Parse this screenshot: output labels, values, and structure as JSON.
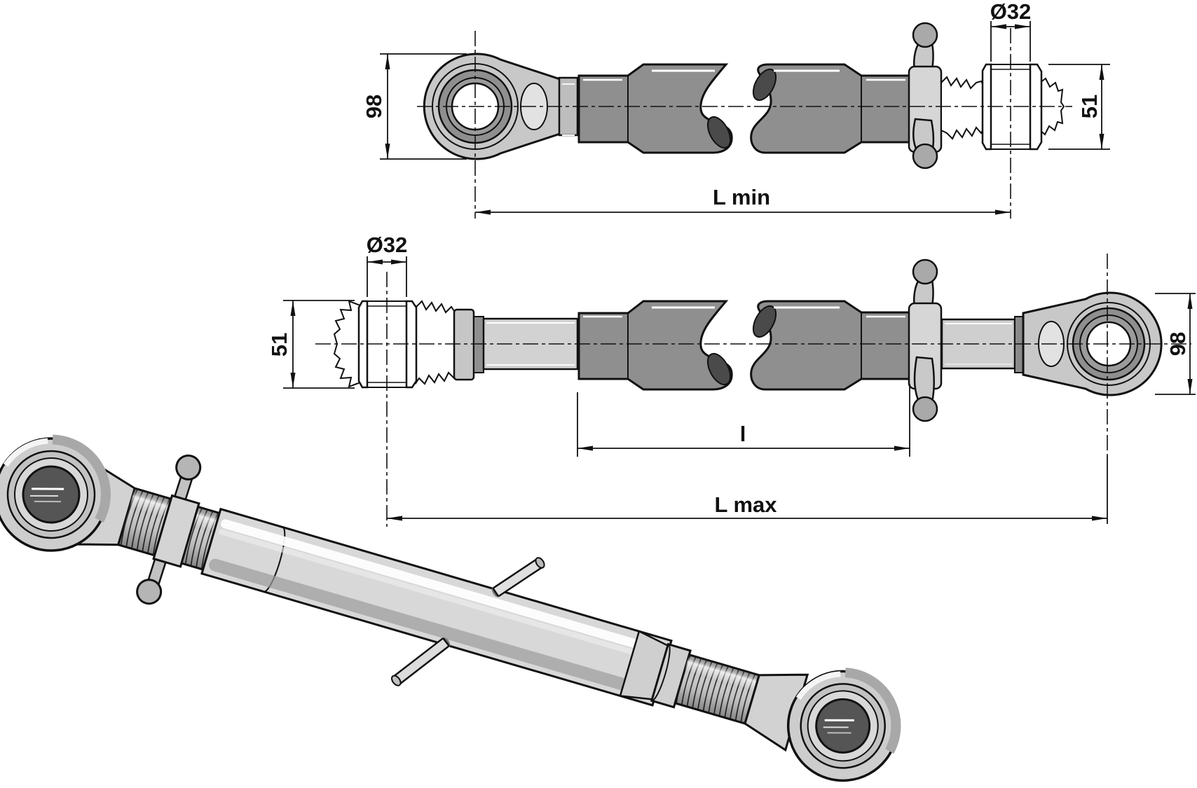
{
  "drawing": {
    "type": "technical-diagram",
    "subject": "Top link turnbuckle with ball joint end and threaded ball end",
    "views": {
      "lmin": {
        "bore_diameter": "Ø32",
        "eye_height": "98",
        "ball_width": "51",
        "length_label": "L min"
      },
      "lmax": {
        "bore_diameter": "Ø32",
        "ball_width": "51",
        "eye_height": "98",
        "tube_length_label": "l",
        "length_label": "L max"
      }
    },
    "colors": {
      "outline": "#111111",
      "tube_gray": "#8f8f8f",
      "body_light_gray": "#c8c8c8",
      "handle_gray": "#d6d6d6",
      "bore_dark": "#4a4a4a",
      "background": "#ffffff"
    }
  }
}
